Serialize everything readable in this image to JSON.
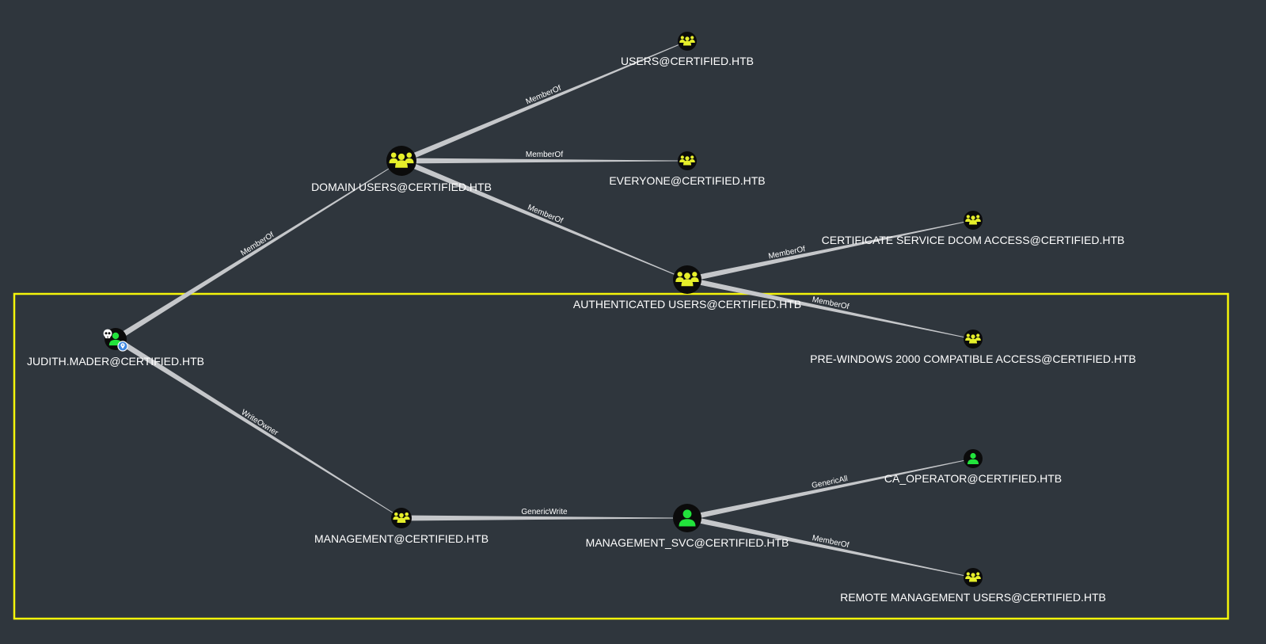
{
  "colors": {
    "background": "#2f363d",
    "edge": "#c5c7ca",
    "node_bg": "#0b0b0b",
    "group_icon": "#e6ef2a",
    "user_icon": "#22e33c",
    "selection": "#f5f50a",
    "pin_badge": "#3d87e0",
    "label": "#ffffff"
  },
  "nodes": [
    {
      "id": "judith",
      "label": "JUDITH.MADER@CERTIFIED.HTB",
      "kind": "user",
      "owned": true,
      "pinned": true
    },
    {
      "id": "domain_users",
      "label": "DOMAIN USERS@CERTIFIED.HTB",
      "kind": "group"
    },
    {
      "id": "users",
      "label": "USERS@CERTIFIED.HTB",
      "kind": "group"
    },
    {
      "id": "everyone",
      "label": "EVERYONE@CERTIFIED.HTB",
      "kind": "group"
    },
    {
      "id": "auth_users",
      "label": "AUTHENTICATED USERS@CERTIFIED.HTB",
      "kind": "group"
    },
    {
      "id": "cert_dcom",
      "label": "CERTIFICATE SERVICE DCOM ACCESS@CERTIFIED.HTB",
      "kind": "group"
    },
    {
      "id": "pre_win2000",
      "label": "PRE-WINDOWS 2000 COMPATIBLE ACCESS@CERTIFIED.HTB",
      "kind": "group"
    },
    {
      "id": "management",
      "label": "MANAGEMENT@CERTIFIED.HTB",
      "kind": "group"
    },
    {
      "id": "management_svc",
      "label": "MANAGEMENT_SVC@CERTIFIED.HTB",
      "kind": "user"
    },
    {
      "id": "ca_operator",
      "label": "CA_OPERATOR@CERTIFIED.HTB",
      "kind": "user"
    },
    {
      "id": "remote_mgmt",
      "label": "REMOTE MANAGEMENT USERS@CERTIFIED.HTB",
      "kind": "group"
    }
  ],
  "edges": [
    {
      "from": "judith",
      "to": "domain_users",
      "label": "MemberOf"
    },
    {
      "from": "domain_users",
      "to": "users",
      "label": "MemberOf"
    },
    {
      "from": "domain_users",
      "to": "everyone",
      "label": "MemberOf"
    },
    {
      "from": "domain_users",
      "to": "auth_users",
      "label": "MemberOf"
    },
    {
      "from": "auth_users",
      "to": "cert_dcom",
      "label": "MemberOf"
    },
    {
      "from": "auth_users",
      "to": "pre_win2000",
      "label": "MemberOf"
    },
    {
      "from": "judith",
      "to": "management",
      "label": "WriteOwner"
    },
    {
      "from": "management",
      "to": "management_svc",
      "label": "GenericWrite"
    },
    {
      "from": "management_svc",
      "to": "ca_operator",
      "label": "GenericAll"
    },
    {
      "from": "management_svc",
      "to": "remote_mgmt",
      "label": "MemberOf"
    }
  ]
}
